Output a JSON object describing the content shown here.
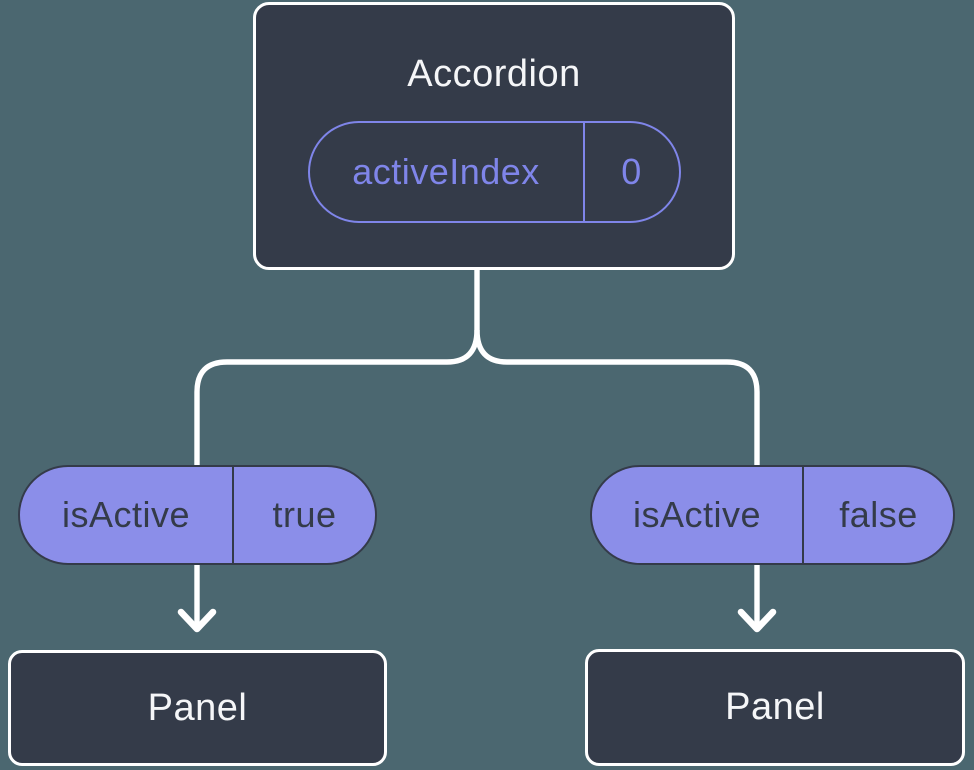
{
  "colors": {
    "background": "#4B6770",
    "node_fill": "#343B49",
    "node_border": "#FFFFFF",
    "accent_purple": "#7F85E9",
    "pill_fill": "#8B8EE9",
    "pill_text": "#343B49",
    "text_light": "#F5F6F8",
    "connector": "#FFFFFF"
  },
  "icons": {
    "left_arrow": "arrow-down-icon",
    "right_arrow": "arrow-down-icon"
  },
  "root_node": {
    "title": "Accordion",
    "prop": {
      "name": "activeIndex",
      "value": "0"
    }
  },
  "children": [
    {
      "prop": {
        "name": "isActive",
        "value": "true"
      },
      "node": {
        "title": "Panel"
      }
    },
    {
      "prop": {
        "name": "isActive",
        "value": "false"
      },
      "node": {
        "title": "Panel"
      }
    }
  ]
}
